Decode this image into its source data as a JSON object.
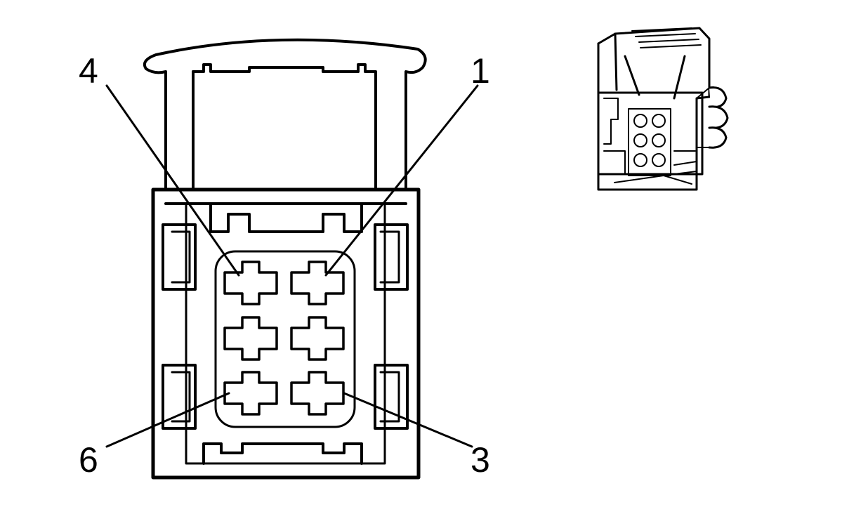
{
  "diagram": {
    "stroke_color": "#000000",
    "fill_color": "#ffffff",
    "pin_labels": [
      {
        "id": "pin-4",
        "text": "4"
      },
      {
        "id": "pin-1",
        "text": "1"
      },
      {
        "id": "pin-6",
        "text": "6"
      },
      {
        "id": "pin-3",
        "text": "3"
      }
    ]
  }
}
